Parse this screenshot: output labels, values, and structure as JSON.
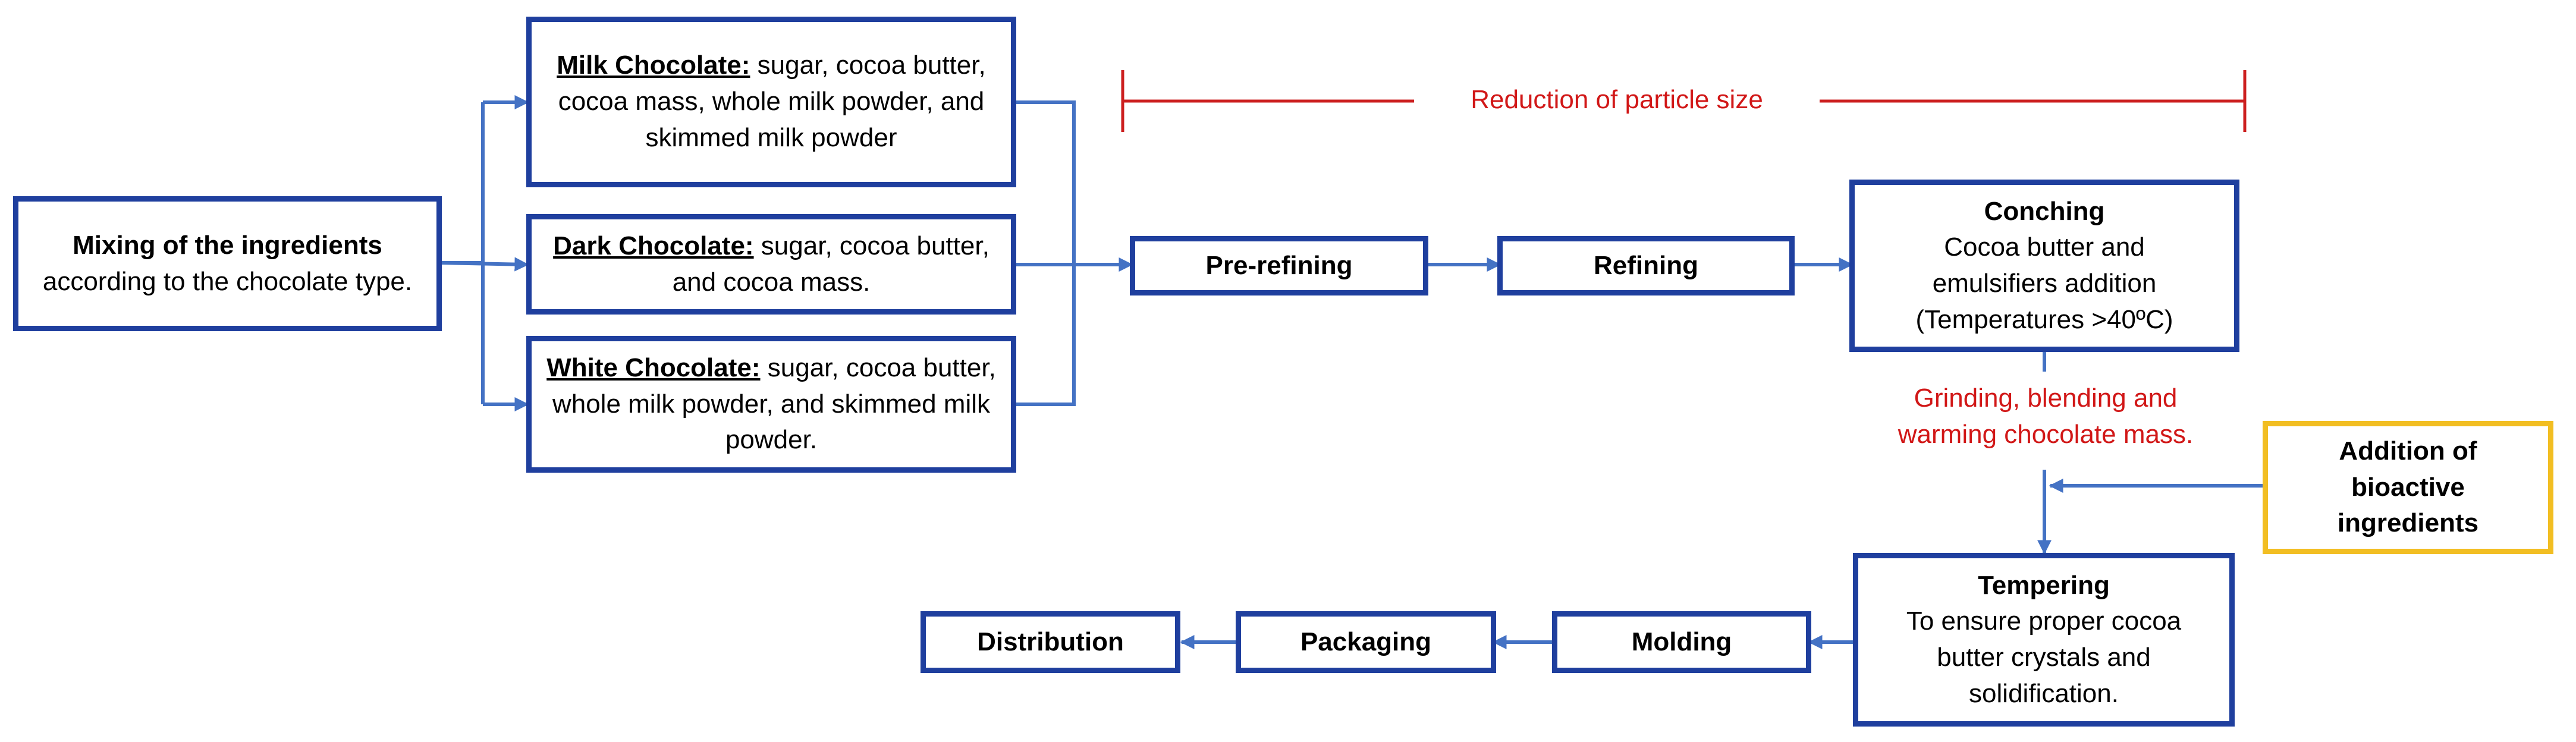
{
  "mixing": {
    "title": "Mixing of the ingredients",
    "body": "according to the chocolate type."
  },
  "milk": {
    "label": "Milk Chocolate:",
    "body": " sugar, cocoa butter, cocoa mass, whole milk powder, and skimmed milk powder"
  },
  "dark": {
    "label": "Dark Chocolate:",
    "body": " sugar, cocoa butter, and cocoa mass."
  },
  "white": {
    "label": "White Chocolate:",
    "body": " sugar, cocoa butter, whole milk powder, and skimmed milk powder."
  },
  "prerefining": "Pre-refining",
  "refining": "Refining",
  "conching": {
    "title": "Conching",
    "line1": "Cocoa butter  and emulsifiers addition",
    "line2": "(Temperatures >40ºC)"
  },
  "particle_label": "Reduction of particle size",
  "grinding": {
    "line1": "Grinding, blending and",
    "line2": "warming chocolate mass."
  },
  "bioactive": {
    "title": "Addition of bioactive ingredients"
  },
  "tempering": {
    "title": "Tempering",
    "body": "To ensure proper cocoa butter crystals and solidification."
  },
  "molding": "Molding",
  "packaging": "Packaging",
  "distribution": "Distribution",
  "colors": {
    "box_border": "#1f3f9e",
    "arrow": "#4472c4",
    "bracket": "#cc1f1f",
    "highlight_border": "#f2be22",
    "annotation_text": "#d11717"
  }
}
